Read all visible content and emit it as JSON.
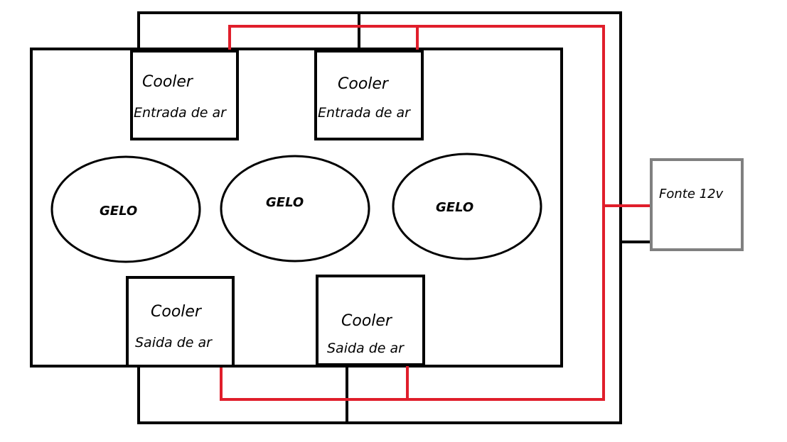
{
  "colors": {
    "background": "#ffffff",
    "outline": "#000000",
    "positive_wire": "#e01e2b",
    "negative_wire": "#000000",
    "power_box": "#808080"
  },
  "coolers": [
    {
      "title": "Cooler",
      "subtitle": "Entrada de ar"
    },
    {
      "title": "Cooler",
      "subtitle": "Entrada de ar"
    },
    {
      "title": "Cooler",
      "subtitle": "Saida de ar"
    },
    {
      "title": "Cooler",
      "subtitle": "Saida de ar"
    }
  ],
  "ice": [
    "GELO",
    "GELO",
    "GELO"
  ],
  "power_supply": {
    "label": "Fonte 12v"
  }
}
